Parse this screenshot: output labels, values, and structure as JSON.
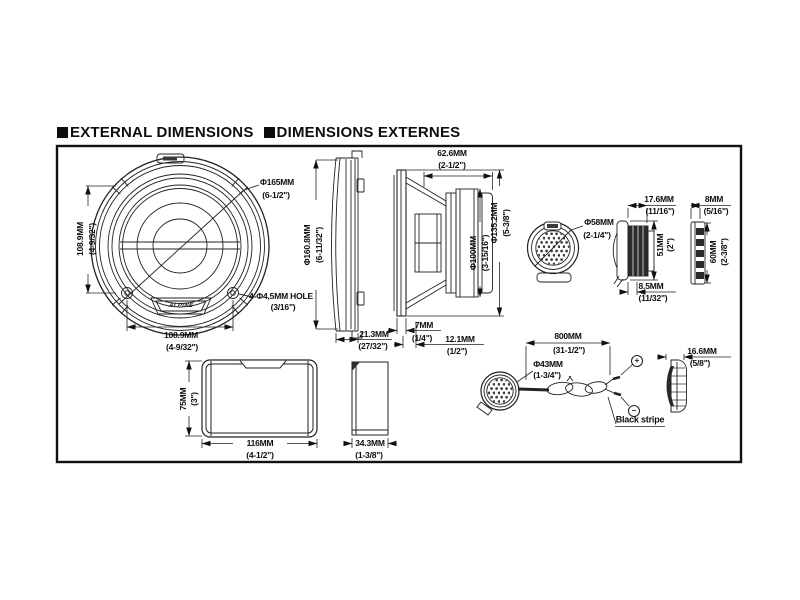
{
  "title": {
    "en": "EXTERNAL DIMENSIONS",
    "fr": "DIMENSIONS EXTERNES"
  },
  "brand": {
    "logo_text": "ALPINE"
  },
  "dimensions": {
    "woofer_front": {
      "diameter_mm": "Φ165MM",
      "diameter_in": "(6-1/2\")",
      "height_mm": "108.9MM",
      "height_in": "(4-9/32\")",
      "width_mm": "108.9MM",
      "width_in": "(4-9/32\")",
      "holes_mm": "4-Φ4,5MM HOLE",
      "holes_in": "(3/16\")"
    },
    "grille_side": {
      "diameter_mm": "Φ160.8MM",
      "diameter_in": "(6-11/32\")",
      "depth_mm": "21.3MM",
      "depth_in": "(27/32\")"
    },
    "woofer_side": {
      "depth_mm": "62.6MM",
      "depth_in": "(2-1/2\")",
      "frame_diameter_mm": "Φ135.2MM",
      "frame_diameter_in": "(5-3/8\")",
      "magnet_diameter_mm": "Φ100MM",
      "magnet_diameter_in": "(3-15/16\")",
      "front_lip_mm": "7MM",
      "front_lip_in": "(1/4\")",
      "protrusion_mm": "12.1MM",
      "protrusion_in": "(1/2\")"
    },
    "tweeter_front": {
      "diameter_mm": "Φ58MM",
      "diameter_in": "(2-1/4\")"
    },
    "tweeter_side": {
      "depth_mm": "17.6MM",
      "depth_in": "(11/16\")",
      "height_mm": "51MM",
      "height_in": "(2\")",
      "rear_depth_mm": "8.5MM",
      "rear_depth_in": "(11/32\")"
    },
    "tweeter_grille_side": {
      "depth_mm": "8MM",
      "depth_in": "(5/16\")",
      "height_mm": "60MM",
      "height_in": "(2-3/8\")"
    },
    "crossover_front": {
      "height_mm": "75MM",
      "height_in": "(3\")",
      "width_mm": "116MM",
      "width_in": "(4-1/2\")"
    },
    "crossover_side": {
      "depth_mm": "34.3MM",
      "depth_in": "(1-3/8\")"
    },
    "tweeter_cable": {
      "diameter_mm": "Φ43MM",
      "diameter_in": "(1-3/4\")",
      "length_mm": "800MM",
      "length_in": "(31-1/2\")",
      "positive_sign": "+",
      "negative_sign": "−",
      "wire_note": "Black stripe"
    },
    "flush_tweeter_side": {
      "depth_mm": "16.6MM",
      "depth_in": "(5/8\")"
    }
  }
}
